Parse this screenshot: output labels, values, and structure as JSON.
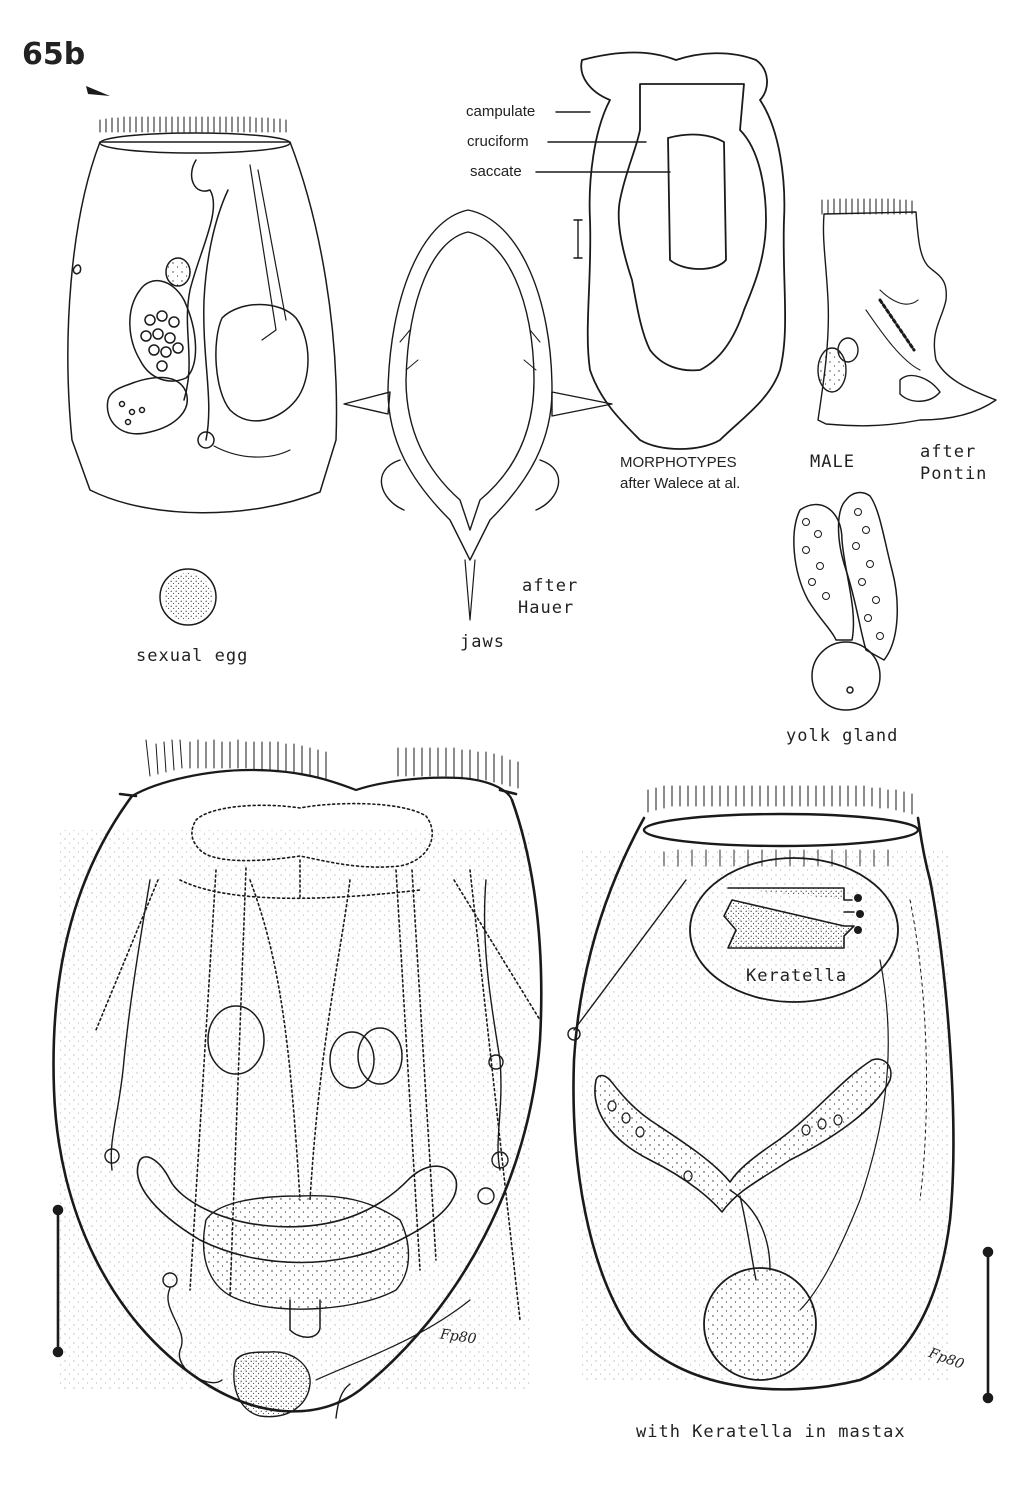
{
  "plate_number": "65b",
  "morphotypes": {
    "labels": [
      "campulate",
      "cruciform",
      "saccate"
    ],
    "caption_line1": "MORPHOTYPES",
    "caption_line2": "after Walece at al."
  },
  "captions": {
    "sexual_egg": "sexual egg",
    "jaws": "jaws",
    "after_hauer": [
      "after",
      "Hauer"
    ],
    "male": "MALE",
    "after_pontin": [
      "after",
      "Pontin"
    ],
    "yolk_gland": "yolk gland",
    "keratella": "Keratella",
    "with_keratella": "with Keratella in mastax"
  },
  "signatures": [
    "Fp80",
    "Fp80"
  ],
  "colors": {
    "ink": "#1a1a1a",
    "paper": "#ffffff"
  }
}
